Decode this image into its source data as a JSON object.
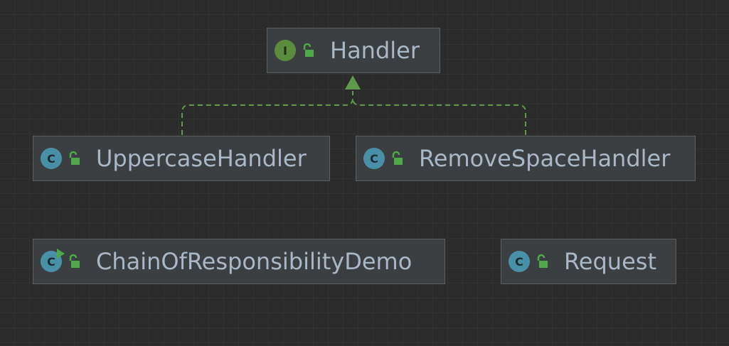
{
  "diagram": {
    "nodes": [
      {
        "id": "handler",
        "kind": "interface",
        "badge": "I",
        "name": "Handler"
      },
      {
        "id": "uppercase",
        "kind": "class",
        "badge": "C",
        "name": "UppercaseHandler"
      },
      {
        "id": "removespace",
        "kind": "class",
        "badge": "C",
        "name": "RemoveSpaceHandler"
      },
      {
        "id": "demo",
        "kind": "runnable-class",
        "badge": "C",
        "name": "ChainOfResponsibilityDemo"
      },
      {
        "id": "request",
        "kind": "class",
        "badge": "C",
        "name": "Request"
      }
    ],
    "edges": [
      {
        "from": "uppercase",
        "to": "handler",
        "type": "implements"
      },
      {
        "from": "removespace",
        "to": "handler",
        "type": "implements"
      }
    ],
    "colors": {
      "background": "#2b2b2b",
      "node_fill": "#3c3f41",
      "node_border": "#5e6060",
      "text": "#a9b7c6",
      "interface_badge": "#5b8c3e",
      "class_badge": "#4a8fa8",
      "lock": "#4fa84a",
      "edge": "#5f9a4c"
    }
  }
}
